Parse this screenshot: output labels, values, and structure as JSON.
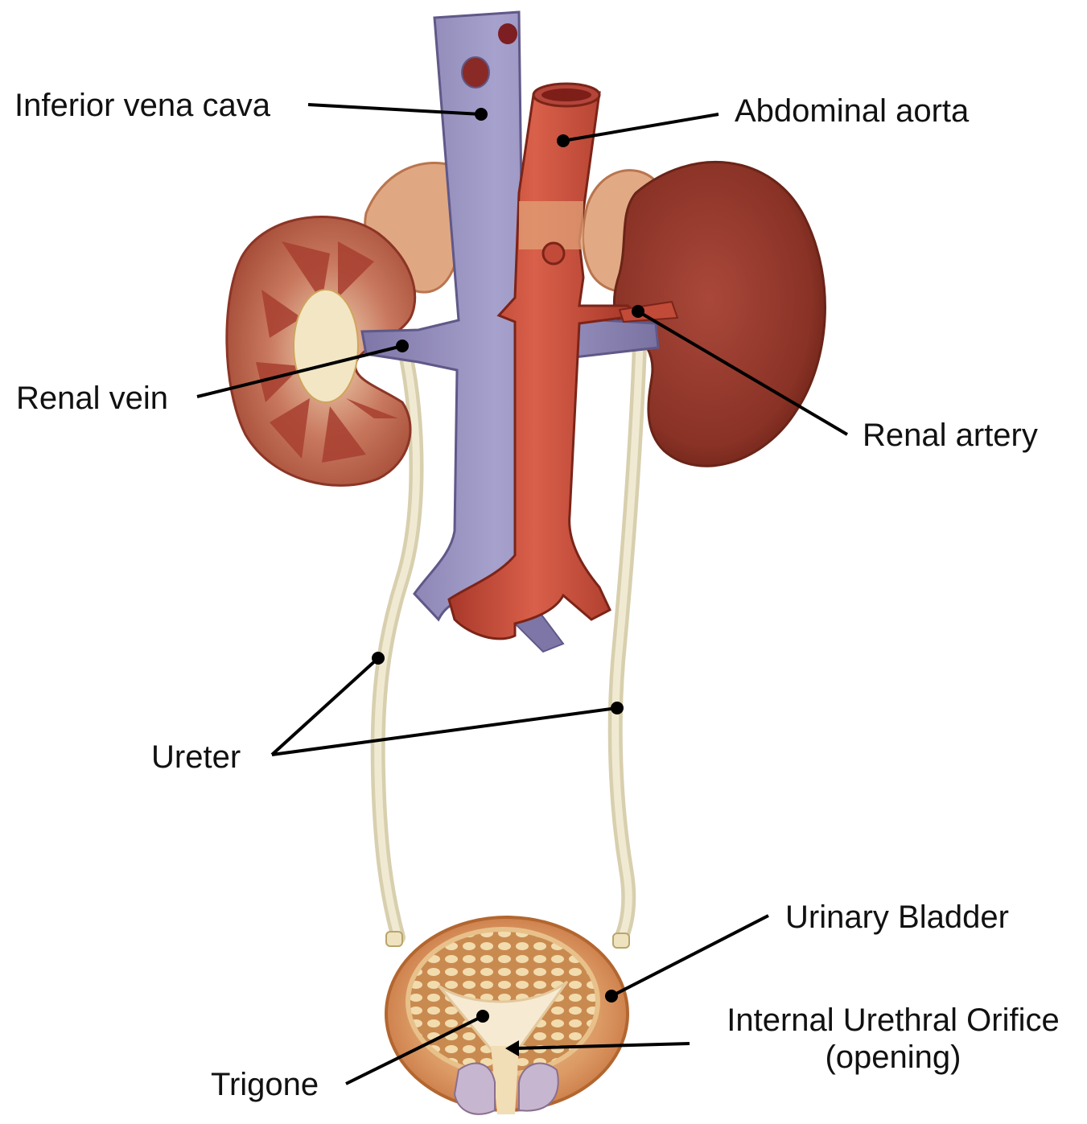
{
  "labels": {
    "ivc": "Inferior vena cava",
    "aorta": "Abdominal aorta",
    "renal_vein": "Renal vein",
    "renal_artery": "Renal artery",
    "ureter": "Ureter",
    "bladder": "Urinary Bladder",
    "orifice_line1": "Internal Urethral Orifice",
    "orifice_line2": "(opening)",
    "trigone": "Trigone"
  },
  "colors": {
    "vein": "#8f88b8",
    "artery": "#c24a38",
    "kidney": "#9a3e2c",
    "adrenal": "#d89a72",
    "ureter": "#eae2c6",
    "bladder": "#d98a55",
    "leader": "#000000"
  }
}
